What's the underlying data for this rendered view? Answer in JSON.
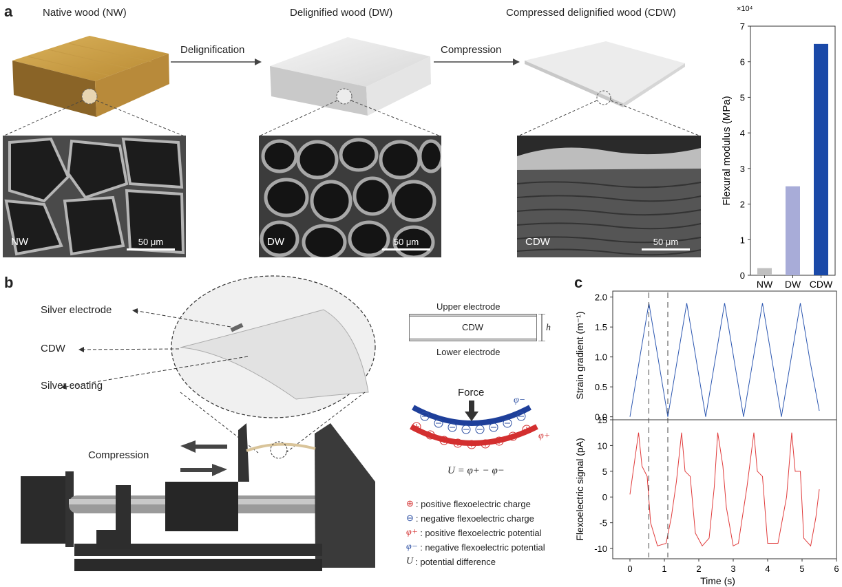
{
  "panel_a": {
    "label": "a",
    "titles": {
      "nw": "Native wood (NW)",
      "dw": "Delignified wood (DW)",
      "cdw": "Compressed delignified wood (CDW)"
    },
    "steps": {
      "delignification": "Delignification",
      "compression": "Compression"
    },
    "sem": [
      {
        "label": "NW",
        "scale": "50 μm"
      },
      {
        "label": "DW",
        "scale": "50 μm"
      },
      {
        "label": "CDW",
        "scale": "50 μm"
      }
    ]
  },
  "panel_b": {
    "label": "b",
    "labels": {
      "electrode": "Silver electrode",
      "cdw": "CDW",
      "coating": "Silver coating",
      "compression": "Compression"
    },
    "schematic": {
      "upper": "Upper electrode",
      "center": "CDW",
      "lower": "Lower electrode",
      "h": "h"
    },
    "force": {
      "label": "Force",
      "phi_minus": "φ−",
      "phi_plus": "φ+",
      "equation": "U = φ+ − φ−"
    },
    "legend": [
      {
        "symbol": "⊕",
        "text": ": positive flexoelectric charge",
        "color": "#d32f2f"
      },
      {
        "symbol": "⊖",
        "text": ": negative flexoelectric charge",
        "color": "#2b4ea2"
      },
      {
        "symbol": "φ+",
        "text": ": positive flexoelectric potential",
        "color": "#d32f2f"
      },
      {
        "symbol": "φ−",
        "text": ": negative flexoelectric potential",
        "color": "#2b4ea2"
      },
      {
        "symbol": "U",
        "text": " : potential difference",
        "color": "#222222"
      }
    ]
  },
  "panel_c": {
    "label": "c"
  },
  "chart_data": [
    {
      "type": "bar",
      "categories": [
        "NW",
        "DW",
        "CDW"
      ],
      "values": [
        2000,
        25000,
        65000
      ],
      "colors": [
        "#c0c0c0",
        "#a8acd8",
        "#1a49a8"
      ],
      "ylabel": "Flexural modulus (MPa)",
      "ylim": [
        0,
        70000
      ],
      "yticks": [
        "0",
        "1",
        "2",
        "3",
        "4",
        "5",
        "6",
        "7"
      ],
      "multiplier": "×10⁴"
    },
    {
      "type": "line",
      "ylabel": "Strain gradient (m⁻¹)",
      "ylim": [
        -0.05,
        2.1
      ],
      "yticks": [
        "0.0",
        "0.5",
        "1.0",
        "1.5",
        "2.0"
      ],
      "color": "#2b56b0",
      "series": [
        {
          "x": [
            0,
            0.275,
            0.55,
            0.825,
            1.1,
            1.375,
            1.65,
            1.925,
            2.2,
            2.475,
            2.75,
            3.025,
            3.3,
            3.575,
            3.85,
            4.125,
            4.4,
            4.675,
            4.95,
            5.225,
            5.5
          ],
          "values": [
            0.0,
            0.95,
            1.9,
            0.95,
            0.0,
            0.95,
            1.9,
            0.95,
            0.0,
            0.95,
            1.9,
            0.95,
            0.0,
            0.95,
            1.9,
            0.95,
            0.0,
            0.95,
            1.9,
            0.95,
            0.1
          ]
        }
      ]
    },
    {
      "type": "line",
      "xlabel": "Time (s)",
      "ylabel": "Flexoelectric signal (pA)",
      "xlim": [
        -0.5,
        6
      ],
      "xticks": [
        "0",
        "1",
        "2",
        "3",
        "4",
        "5",
        "6"
      ],
      "ylim": [
        -12,
        15
      ],
      "yticks": [
        "-10",
        "-5",
        "0",
        "5",
        "10",
        "15"
      ],
      "color": "#e03a3a",
      "series": [
        {
          "x": [
            0,
            0.25,
            0.35,
            0.5,
            0.6,
            0.8,
            1.05,
            1.2,
            1.35,
            1.5,
            1.6,
            1.75,
            1.9,
            2.1,
            2.3,
            2.45,
            2.55,
            2.7,
            2.8,
            3.0,
            3.15,
            3.4,
            3.6,
            3.7,
            3.85,
            4.0,
            4.3,
            4.55,
            4.7,
            4.8,
            4.95,
            5.05,
            5.25,
            5.4,
            5.5
          ],
          "values": [
            0.5,
            12.5,
            6,
            4,
            -5,
            -9.5,
            -9,
            -4,
            3,
            12.5,
            5,
            4,
            -7,
            -9.5,
            -8,
            2,
            12.5,
            6,
            -2,
            -9.5,
            -9,
            2,
            12.5,
            5,
            4,
            -9,
            -9,
            0,
            12.5,
            5,
            5,
            -8,
            -9.5,
            -4,
            1.5
          ]
        }
      ],
      "vlines": [
        0.55,
        1.1
      ]
    }
  ]
}
